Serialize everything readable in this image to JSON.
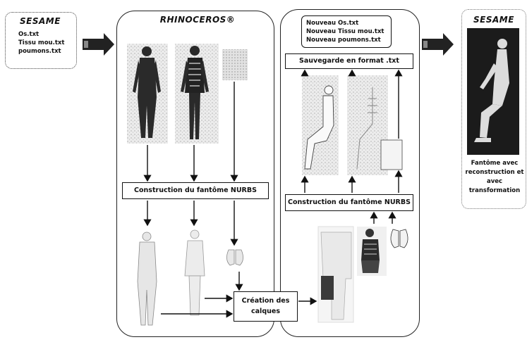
{
  "sesame_input": {
    "title": "SESAME",
    "files": [
      "Os.txt",
      "Tissu mou.txt",
      "poumons.txt"
    ]
  },
  "rhino": {
    "title": "RHINOCEROS®"
  },
  "construction_left": "Construction du fantôme NURBS",
  "construction_right": "Construction du fantôme NURBS",
  "calques": [
    "Création des",
    "calques"
  ],
  "output_files": [
    "Nouveau Os.txt",
    "Nouveau Tissu mou.txt",
    "Nouveau poumons.txt"
  ],
  "sauvegarde": "Sauvegarde en format .txt",
  "sesame_output": {
    "title": "SESAME",
    "caption": [
      "Fantôme avec",
      "reconstruction et",
      "avec",
      "transformation"
    ]
  }
}
